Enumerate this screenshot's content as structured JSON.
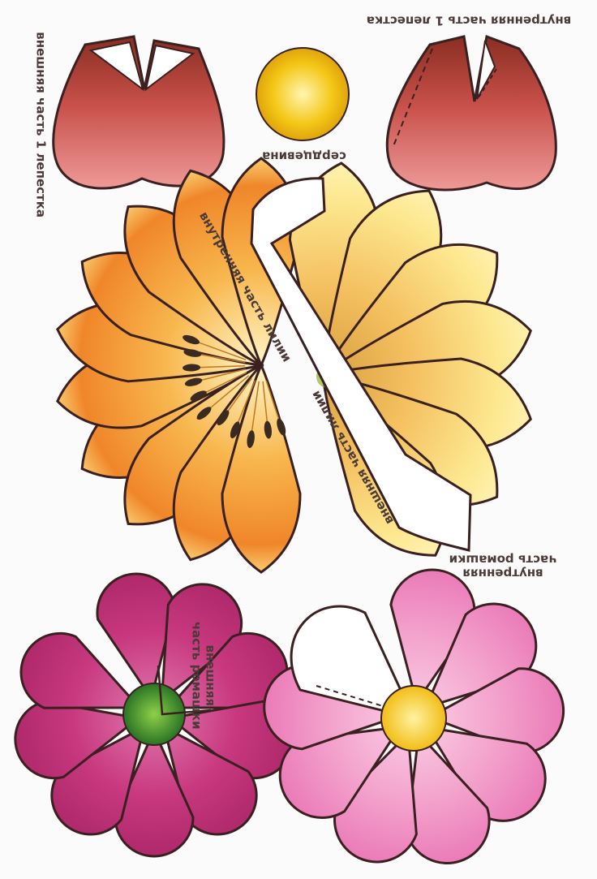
{
  "labels": {
    "outer_petal": "внешняя часть 1 лепестка",
    "inner_petal": "внутренняя часть 1 лепестка",
    "core": "сердцевина",
    "lily_inner": "внутренняя часть лилии",
    "lily_outer": "внешняя часть лилии",
    "daisy_inner_line1": "внутренняя",
    "daisy_inner_line2": "часть ромашки",
    "daisy_outer_line1": "внешняя",
    "daisy_outer_line2": "часть ромашки"
  },
  "colors": {
    "tulip_top": "#8a2e22",
    "tulip_bottom": "#e98c8a",
    "core_yellow": "#f2c40a",
    "lily_inner_orange": "#f08a2c",
    "lily_inner_yellow": "#fde48a",
    "lily_outer_yellow": "#fce58a",
    "daisy_outer_pink": "#c8387e",
    "daisy_inner_pink": "#f08cc4",
    "daisy_outer_center": "#2e8a2c",
    "outline": "#3a2020"
  }
}
